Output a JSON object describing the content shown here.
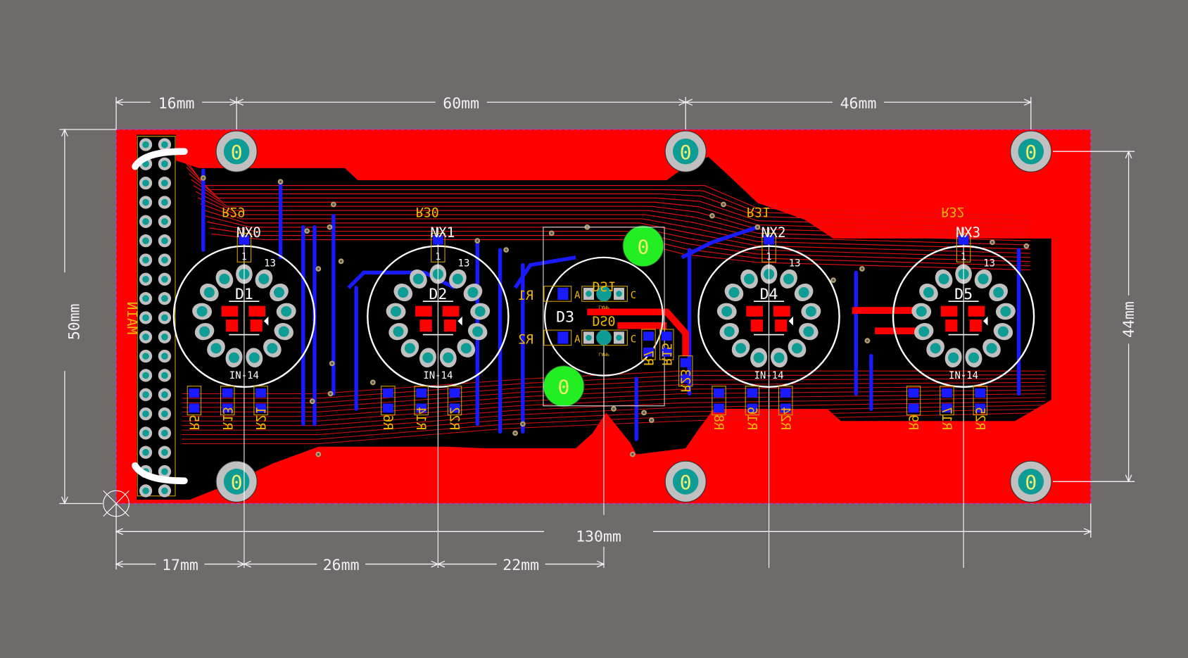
{
  "dimensions": {
    "top": [
      "16mm",
      "60mm",
      "46mm"
    ],
    "left": "50mm",
    "right": "44mm",
    "overall": "130mm",
    "bottom": [
      "17mm",
      "26mm",
      "22mm"
    ]
  },
  "connector_label": "MAIN",
  "mount_hole_label": "0",
  "tubes": [
    {
      "ref": "D1",
      "net": "NX0",
      "pull_resistor": "R29",
      "type": "IN-14",
      "pin1": "1",
      "pin13": "13",
      "resistors": [
        "R5",
        "R13",
        "R21"
      ]
    },
    {
      "ref": "D2",
      "net": "NX1",
      "pull_resistor": "R30",
      "type": "IN-14",
      "pin1": "1",
      "pin13": "13",
      "resistors": [
        "R6",
        "R14",
        "R22"
      ]
    },
    {
      "ref": "D4",
      "net": "NX2",
      "pull_resistor": "R31",
      "type": "IN-14",
      "pin1": "1",
      "pin13": "13",
      "resistors": [
        "R8",
        "R16",
        "R24"
      ]
    },
    {
      "ref": "D5",
      "net": "NX3",
      "pull_resistor": "R32",
      "type": "IN-14",
      "pin1": "1",
      "pin13": "13",
      "resistors": [
        "R9",
        "R17",
        "R25"
      ]
    }
  ],
  "lamp": {
    "ref": "D3",
    "indicators": [
      "DS1",
      "DS0"
    ],
    "indicator_type": "LAMP",
    "anode": "A",
    "cathode": "C",
    "side_resistors": [
      "R1",
      "R2"
    ],
    "resistors": [
      "R7",
      "R15",
      "R23"
    ]
  },
  "colors": {
    "background": "#6f6b6b",
    "top_copper": "#ff0000",
    "bottom_copper": "#1a1aff",
    "substrate": "#000000",
    "pad": "#c0c0c0",
    "drill": "#0f9c94",
    "silkscreen": "#ffffff",
    "bottom_overlay": "#f5b800",
    "highlight_hole": "#22ee22"
  }
}
